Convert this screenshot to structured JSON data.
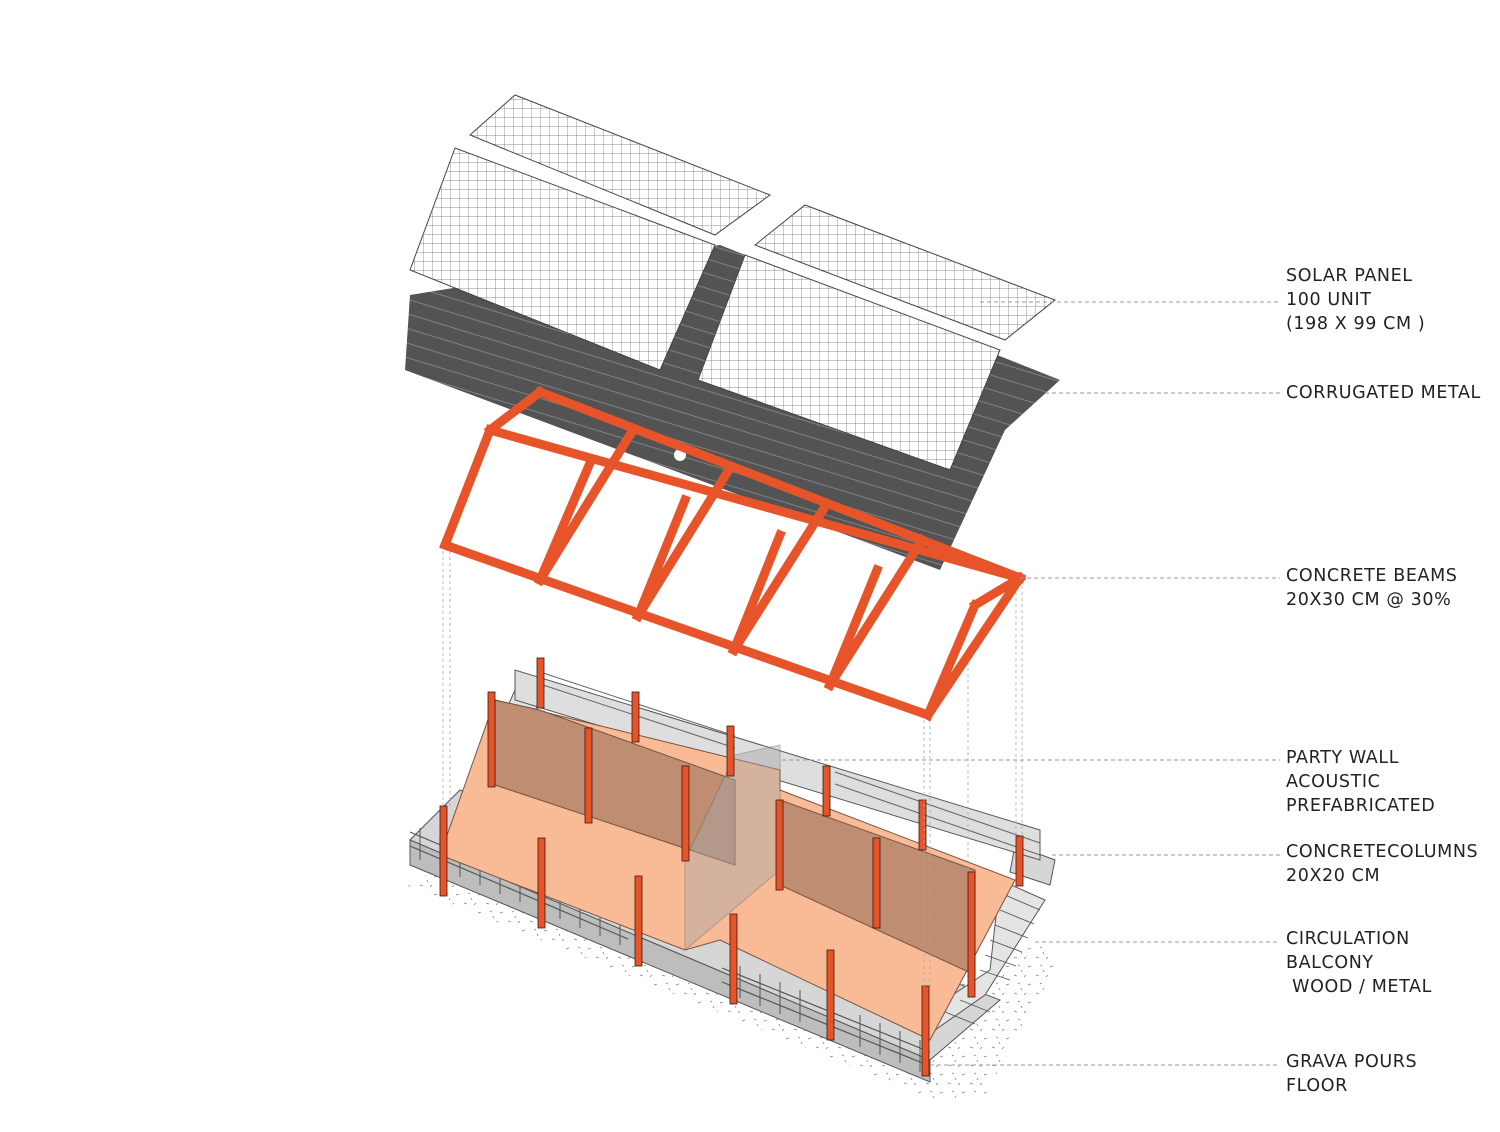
{
  "labels": {
    "solar_panel": [
      "SOLAR PANEL",
      "100 UNIT",
      "(198 X 99 CM )"
    ],
    "corrugated_metal": [
      "CORRUGATED METAL"
    ],
    "concrete_beams": [
      "CONCRETE BEAMS",
      "20X30 CM @ 30%"
    ],
    "party_wall": [
      "PARTY WALL",
      "ACOUSTIC",
      "PREFABRICATED"
    ],
    "concrete_columns": [
      "CONCRETECOLUMNS",
      "20X20 CM"
    ],
    "circulation_balcony": [
      "CIRCULATION",
      "BALCONY",
      " WOOD / METAL"
    ],
    "grava_floor": [
      "GRAVA POURS",
      "FLOOR"
    ]
  },
  "colors": {
    "concrete_orange": "#e8542a",
    "floor_peach": "#f9bb95",
    "wall_brown": "#b98a70",
    "metal_dark": "#4a4a4a",
    "solar_grid": "#555555",
    "leader_line": "#9a9a9a"
  }
}
